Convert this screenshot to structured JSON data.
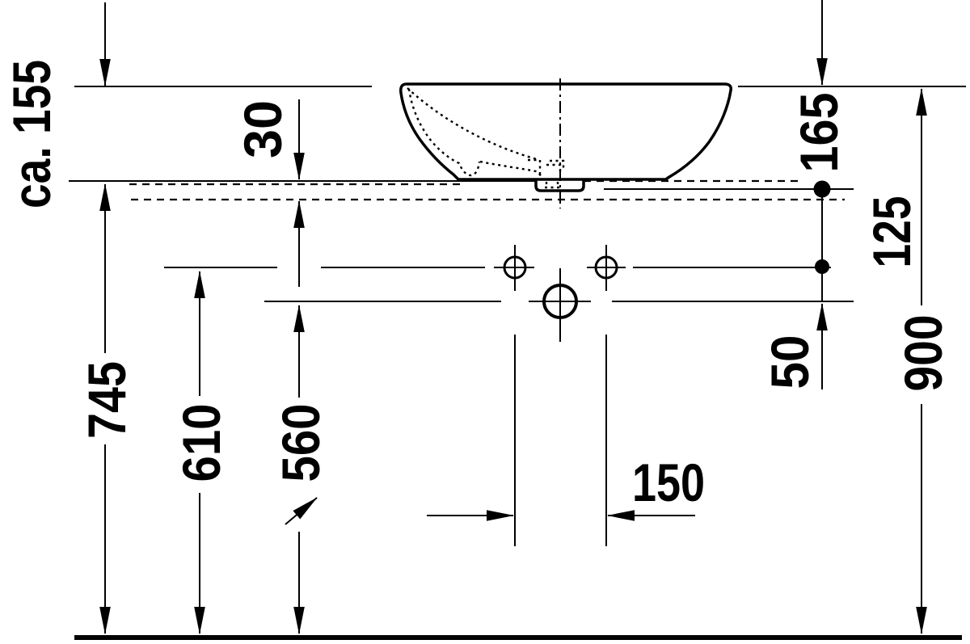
{
  "drawing": {
    "background_color": "#ffffff",
    "ink_color": "#000000",
    "subject": "countertop washbasin side elevation with installation dimensions"
  },
  "dimensions": {
    "ca155": {
      "label": "ca. 155"
    },
    "d30": {
      "label": "30"
    },
    "d165": {
      "label": "165"
    },
    "d125": {
      "label": "125"
    },
    "d50": {
      "label": "50"
    },
    "d745": {
      "label": "745"
    },
    "d610": {
      "label": "610"
    },
    "d560": {
      "label": "560"
    },
    "d150": {
      "label": "150"
    },
    "d900": {
      "label": "900"
    }
  }
}
